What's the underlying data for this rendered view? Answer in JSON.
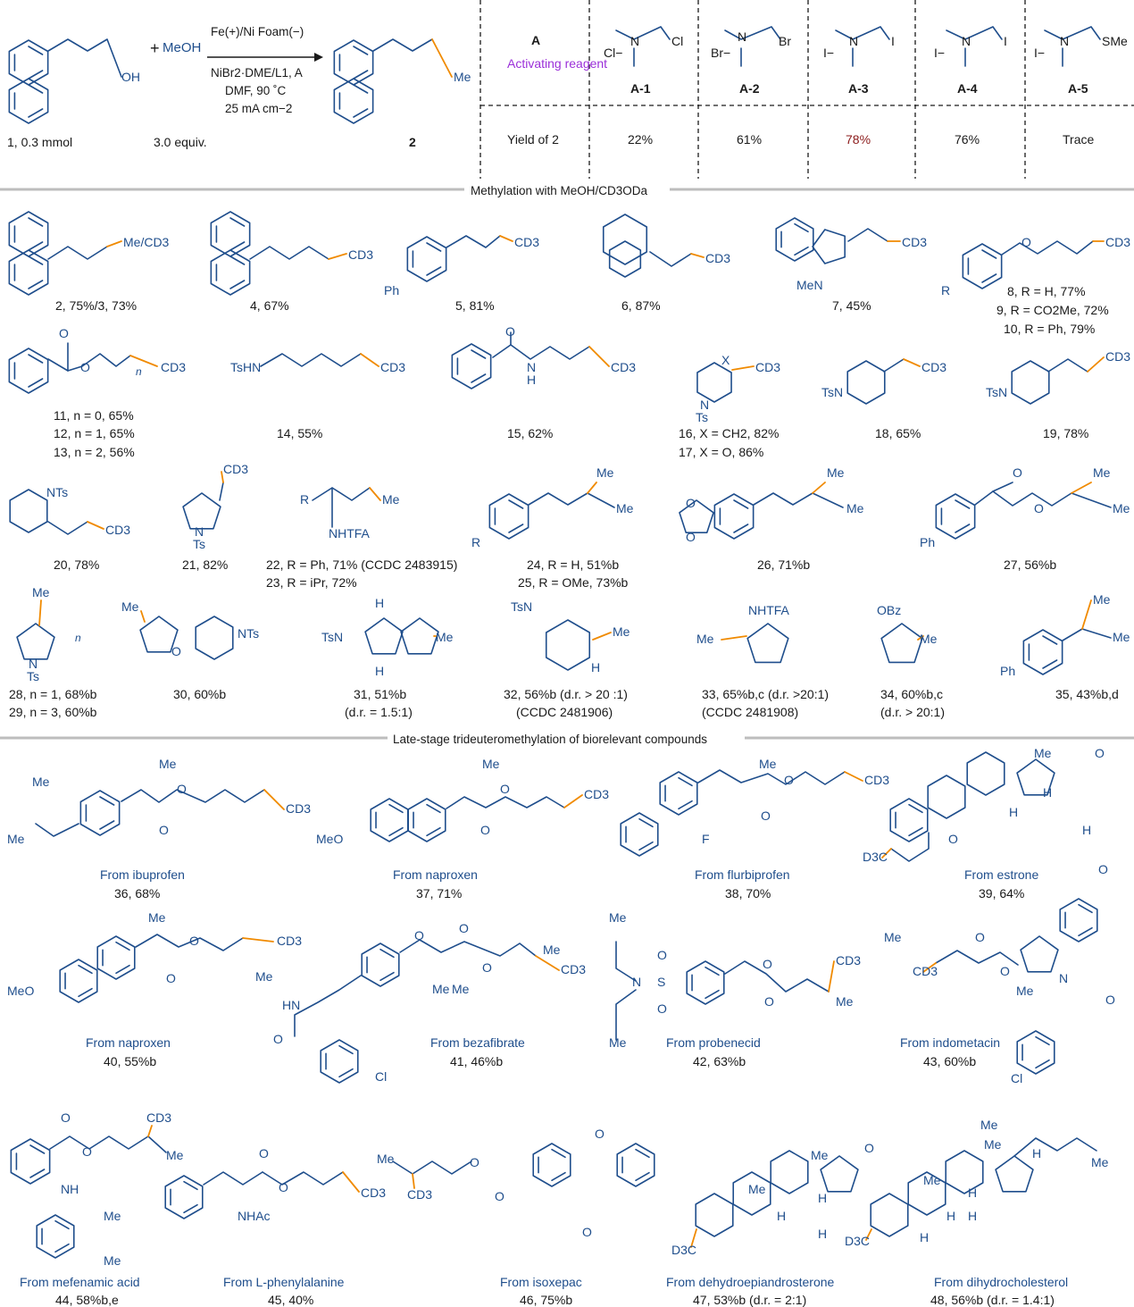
{
  "reaction": {
    "substrate": "OH",
    "plus": "+",
    "reagent": "MeOH",
    "conditions": [
      "Fe(+)/Ni Foam(−)",
      "NiBr2·DME/L1, A",
      "DMF, 90 ˚C",
      "25 mA cm−2"
    ],
    "substrate_label": "1, 0.3 mmol",
    "reagent_label": "3.0 equiv.",
    "product_group": "Me",
    "product_label": "2"
  },
  "activator_table": {
    "header_a": "A",
    "header_sub": "Activating reagent",
    "row_label": "Yield of 2",
    "entries": [
      {
        "code": "A-1",
        "anion": "Cl−",
        "halide": "Cl",
        "yield": "22%"
      },
      {
        "code": "A-2",
        "anion": "Br−",
        "halide": "Br",
        "yield": "61%"
      },
      {
        "code": "A-3",
        "anion": "I−",
        "halide": "I",
        "yield": "78%"
      },
      {
        "code": "A-4",
        "anion": "I−",
        "halide": "I",
        "yield": "76%"
      },
      {
        "code": "A-5",
        "anion": "I−",
        "halide": "SMe",
        "yield": "Trace"
      }
    ],
    "highlight_color": "#8b1a1a"
  },
  "section1_title": "Methylation with MeOH/CD3ODa",
  "section2_title": "Late-stage trideuteromethylation of biorelevant compounds",
  "labels": {
    "c2": "2, 75%/3, 73%",
    "c4": "4, 67%",
    "c5": "5, 81%",
    "c6": "6, 87%",
    "c7": "7, 45%",
    "c8": "8, R = H, 77%",
    "c9": "9, R = CO2Me, 72%",
    "c10": "10, R = Ph, 79%",
    "c11": "11, n = 0, 65%",
    "c12": "12, n = 1, 65%",
    "c13": "13, n = 2, 56%",
    "c14": "14, 55%",
    "c15": "15, 62%",
    "c16": "16, X = CH2, 82%",
    "c17": "17, X = O, 86%",
    "c18": "18, 65%",
    "c19": "19, 78%",
    "c20": "20, 78%",
    "c21": "21, 82%",
    "c22": "22, R = Ph, 71% (CCDC 2483915)",
    "c23": "23, R = iPr, 72%",
    "c24": "24, R = H, 51%b",
    "c25": "25, R = OMe, 73%b",
    "c26": "26, 71%b",
    "c27": "27, 56%b",
    "c28": "28, n = 1, 68%b",
    "c29": "29, n = 3, 60%b",
    "c30": "30, 60%b",
    "c31": "31, 51%b",
    "c31b": "(d.r. = 1.5:1)",
    "c32": "32, 56%b (d.r. > 20 :1)",
    "c32b": "(CCDC 2481906)",
    "c33": "33, 65%b,c (d.r. >20:1)",
    "c33b": "(CCDC 2481908)",
    "c34": "34, 60%b,c",
    "c34b": "(d.r. > 20:1)",
    "c35": "35, 43%b,d",
    "f36": "From ibuprofen",
    "c36": "36, 68%",
    "f37": "From naproxen",
    "c37": "37, 71%",
    "f38": "From flurbiprofen",
    "c38": "38, 70%",
    "f39": "From estrone",
    "c39": "39, 64%",
    "f40": "From naproxen",
    "c40": "40, 55%b",
    "f41": "From bezafibrate",
    "c41": "41, 46%b",
    "f42": "From probenecid",
    "c42": "42, 63%b",
    "f43": "From indometacin",
    "c43": "43, 60%b",
    "f44": "From mefenamic acid",
    "c44": "44, 58%b,e",
    "f45": "From L-phenylalanine",
    "c45": "45, 40%",
    "f46": "From isoxepac",
    "c46": "46, 75%b",
    "f47": "From dehydroepiandrosterone",
    "c47": "47, 53%b (d.r. = 2:1)",
    "f48": "From dihydrocholesterol",
    "c48": "48, 56%b (d.r. = 1.4:1)"
  },
  "atoms": {
    "CD3": "CD3",
    "Me": "Me",
    "MeCD3": "Me/CD3",
    "Ph": "Ph",
    "R": "R",
    "O": "O",
    "N": "N",
    "MeN": "MeN",
    "TsHN": "TsHN",
    "H": "H",
    "X": "X",
    "Ts": "Ts",
    "TsN": "TsN",
    "NTs": "NTs",
    "NHTFA": "NHTFA",
    "n": "n",
    "OBz": "OBz",
    "MeO": "MeO",
    "F": "F",
    "D3C": "D3C",
    "HN": "HN",
    "Cl": "Cl",
    "S": "S",
    "NH": "NH",
    "NHAc": "NHAc",
    "SMe": "SMe",
    "Br": "Br",
    "I": "I"
  },
  "colors": {
    "bond": "#1f4e8c",
    "new_bond": "#f08a00",
    "text": "#1a1a1a",
    "accent_purple": "#9b30d9",
    "rule": "#bdbdbd"
  }
}
